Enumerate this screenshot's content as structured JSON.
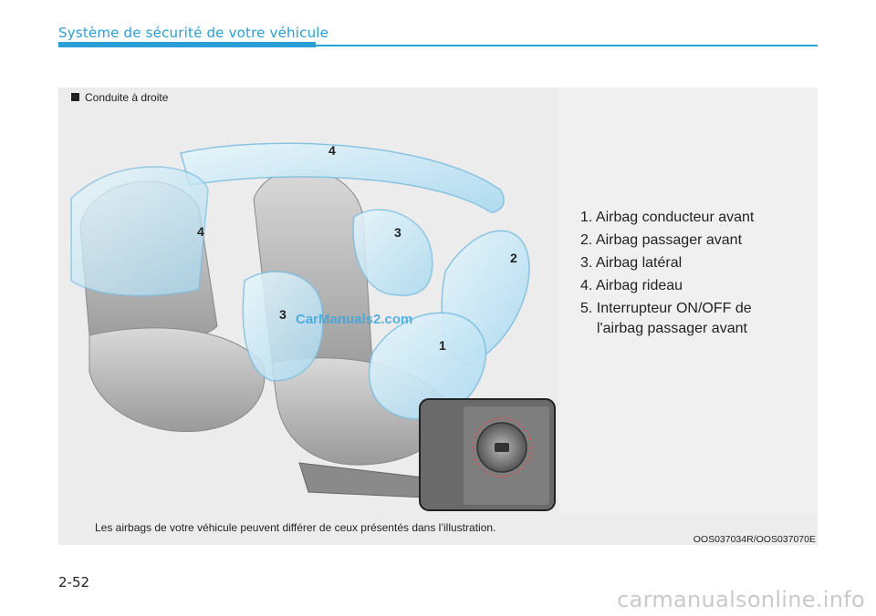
{
  "header": {
    "title": "Système de sécurité de votre véhicule"
  },
  "figure": {
    "label": "Conduite à droite",
    "legend": [
      {
        "text": "1. Airbag conducteur avant"
      },
      {
        "text": "2. Airbag passager avant"
      },
      {
        "text": "3. Airbag latéral"
      },
      {
        "text": "4. Airbag rideau"
      },
      {
        "text": "5. Interrupteur ON/OFF de",
        "cont": "l'airbag passager avant"
      }
    ],
    "callouts": [
      "4",
      "4",
      "3",
      "3",
      "2",
      "1"
    ],
    "note": "Les airbags de votre véhicule peuvent différer de ceux présentés dans l’illustration.",
    "code": "OOS037034R/OOS037070E",
    "watermark": "CarManuals2.com"
  },
  "footer": {
    "page_number": "2-52",
    "site_watermark": "carmanualsonline.info"
  },
  "colors": {
    "accent": "#2a9fd6",
    "airbag": "#bfe3f5"
  }
}
